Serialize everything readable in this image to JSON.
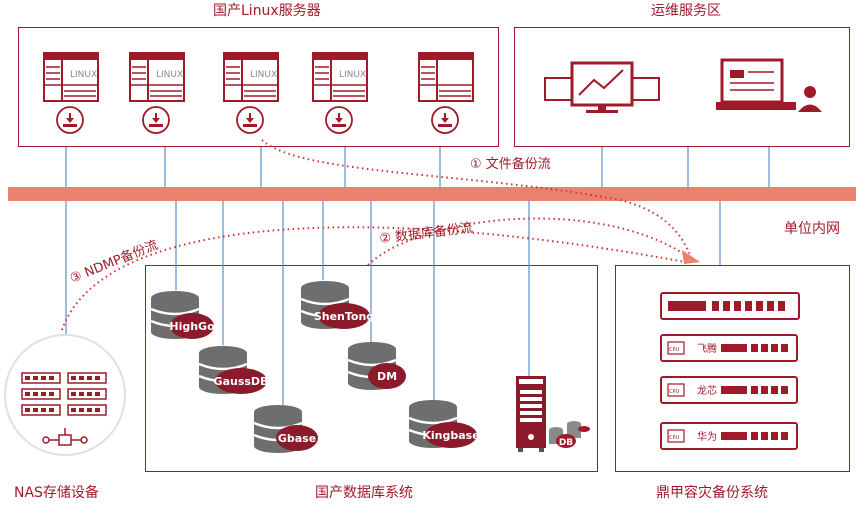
{
  "titles": {
    "linux_servers": "国产Linux服务器",
    "ops_zone": "运维服务区",
    "intranet": "单位内网",
    "nas": "NAS存储设备",
    "db_system": "国产数据库系统",
    "backup_system": "鼎甲容灾备份系统"
  },
  "flows": {
    "file_backup": "① 文件备份流",
    "db_backup": "② 数据库备份流",
    "ndmp_backup": "③ NDMP备份流"
  },
  "server_label": "LINUX",
  "databases": [
    "HighGo",
    "GaussDB",
    "Gbase",
    "ShenTong",
    "DM",
    "Kingbase"
  ],
  "db_server_badge": "DB",
  "backup_devices": [
    "飞腾",
    "龙芯",
    "华为"
  ],
  "cpu_label": "CPU",
  "colors": {
    "accent": "#a01b2a",
    "bus": "#e8826f",
    "link": "#5b8fc7"
  }
}
